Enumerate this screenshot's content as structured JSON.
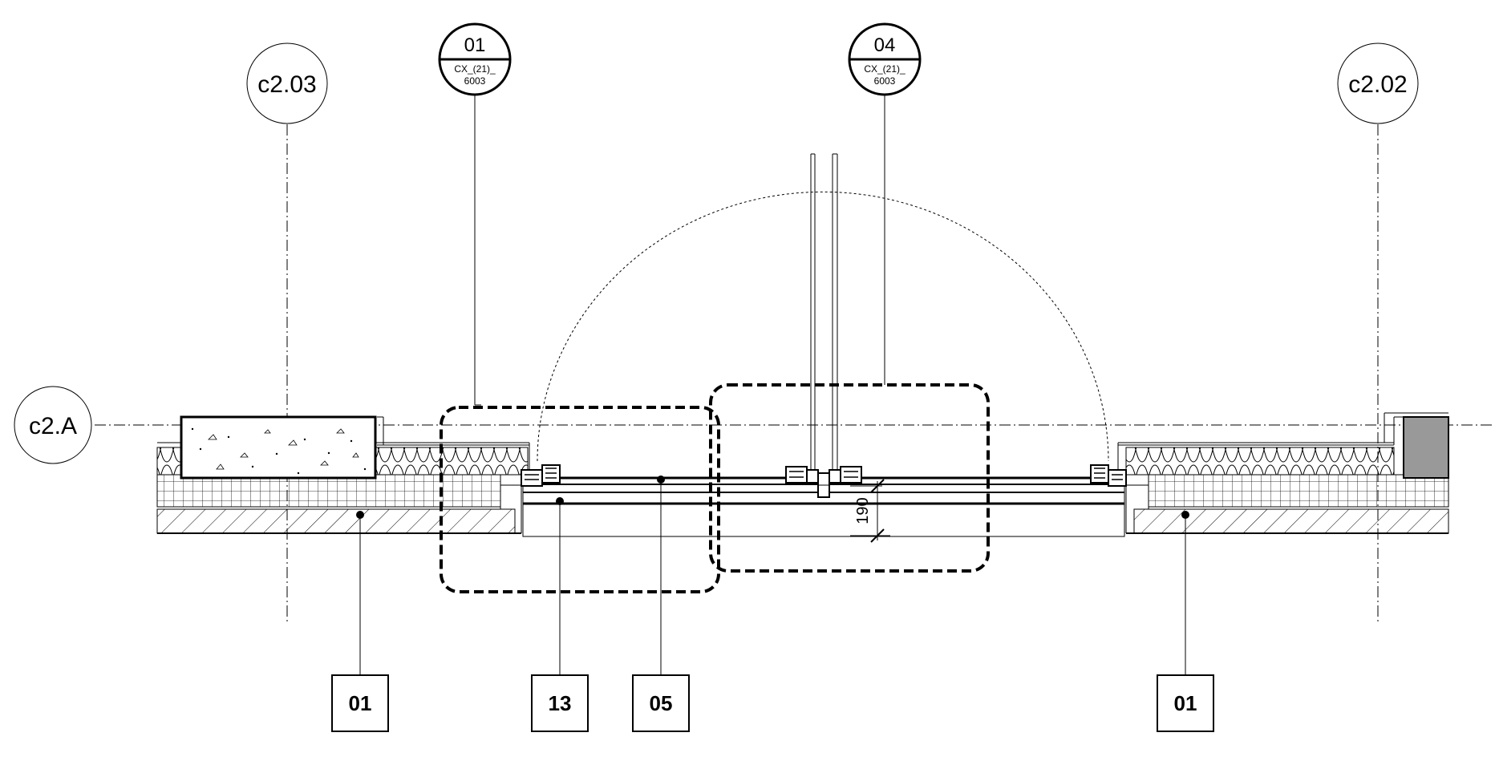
{
  "grid_labels": {
    "c2_03": "c2.03",
    "c2_02": "c2.02",
    "c2_A": "c2.A"
  },
  "section_markers": {
    "left": {
      "number": "01",
      "ref_line1": "CX_(21)_",
      "ref_line2": "6003"
    },
    "right": {
      "number": "04",
      "ref_line1": "CX_(21)_",
      "ref_line2": "6003"
    }
  },
  "tags": {
    "tag_1": "01",
    "tag_2": "13",
    "tag_3": "05",
    "tag_4": "01"
  },
  "dimension": "190",
  "colors": {
    "line": "#000000",
    "background": "#ffffff",
    "concrete_block": "#999999"
  }
}
